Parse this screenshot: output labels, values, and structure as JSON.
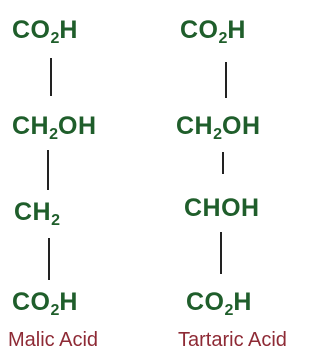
{
  "malic_acid": {
    "name": "Malic Acid",
    "groups": [
      {
        "main": "CO",
        "sub": "2",
        "tail": "H"
      },
      {
        "main": "CH",
        "sub": "2",
        "tail": "OH"
      },
      {
        "main": "CH",
        "sub": "2",
        "tail": ""
      },
      {
        "main": "CO",
        "sub": "2",
        "tail": "H"
      }
    ]
  },
  "tartaric_acid": {
    "name": "Tartaric Acid",
    "groups": [
      {
        "main": "CO",
        "sub": "2",
        "tail": "H"
      },
      {
        "main": "CH",
        "sub": "2",
        "tail": "OH"
      },
      {
        "main": "CHOH",
        "sub": "",
        "tail": ""
      },
      {
        "main": "CO",
        "sub": "2",
        "tail": "H"
      }
    ]
  },
  "colors": {
    "formula": "#1f5e2b",
    "caption": "#8e2a35",
    "bond": "#222222"
  }
}
